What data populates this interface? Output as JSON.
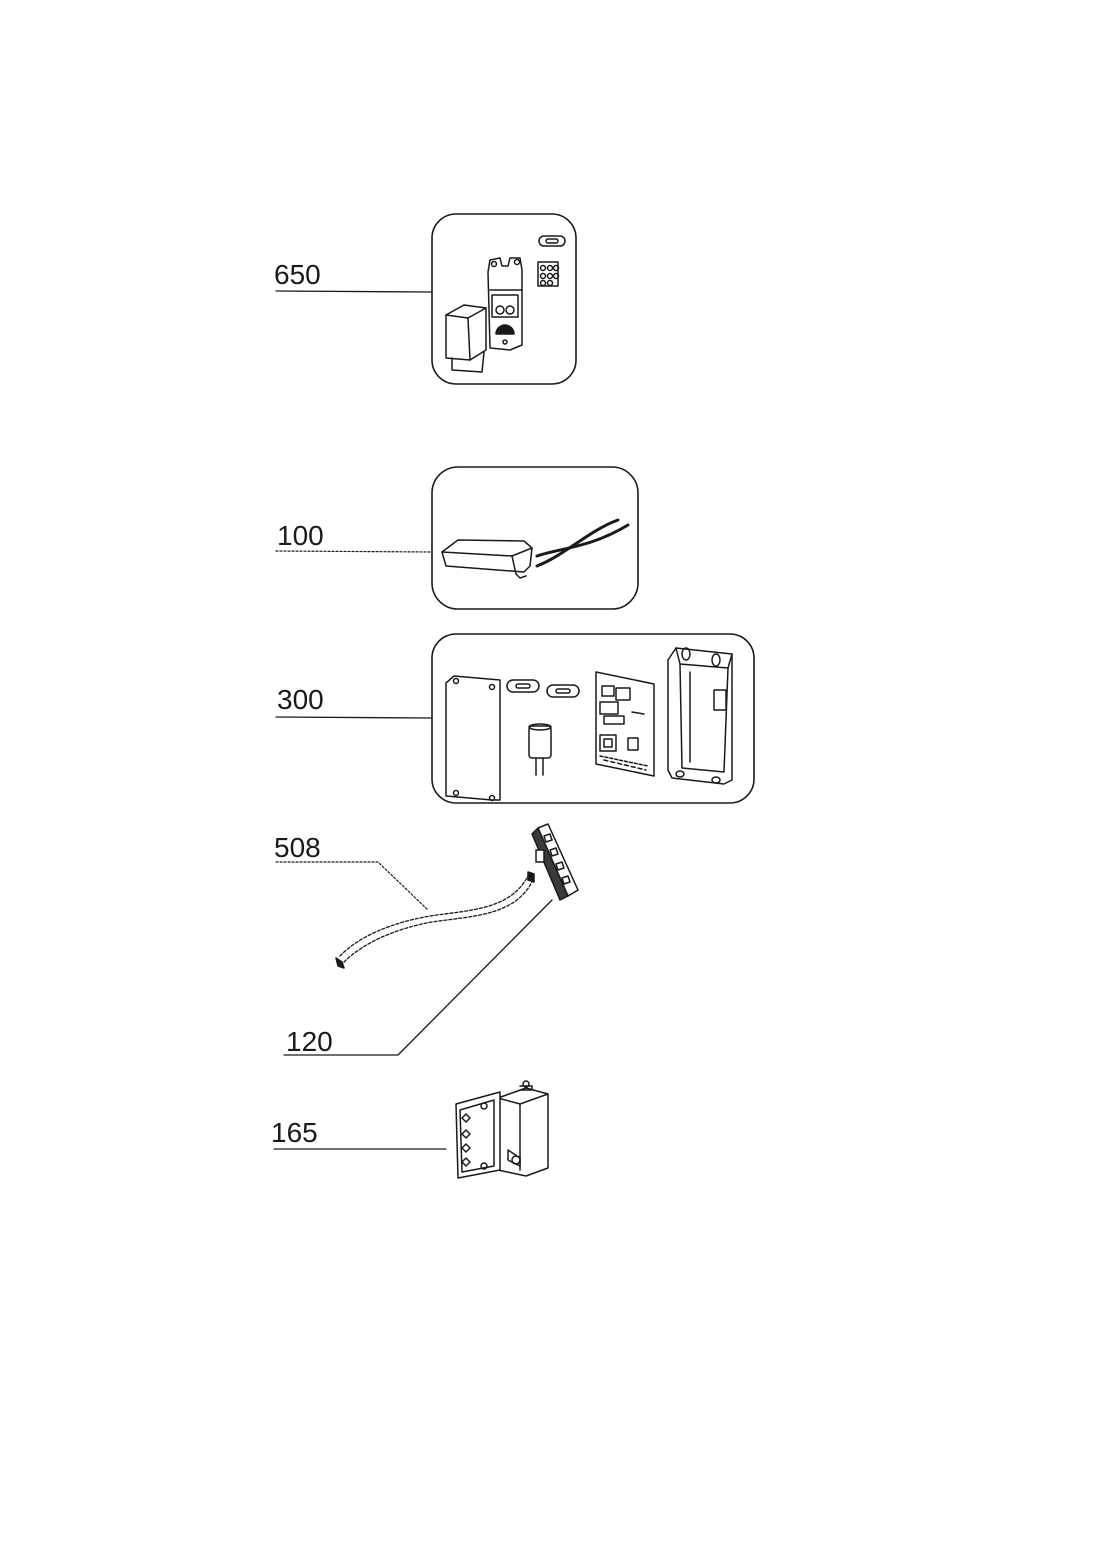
{
  "callouts": {
    "p650": "650",
    "p100": "100",
    "p300": "300",
    "p508": "508",
    "p120": "120",
    "p165": "165"
  }
}
